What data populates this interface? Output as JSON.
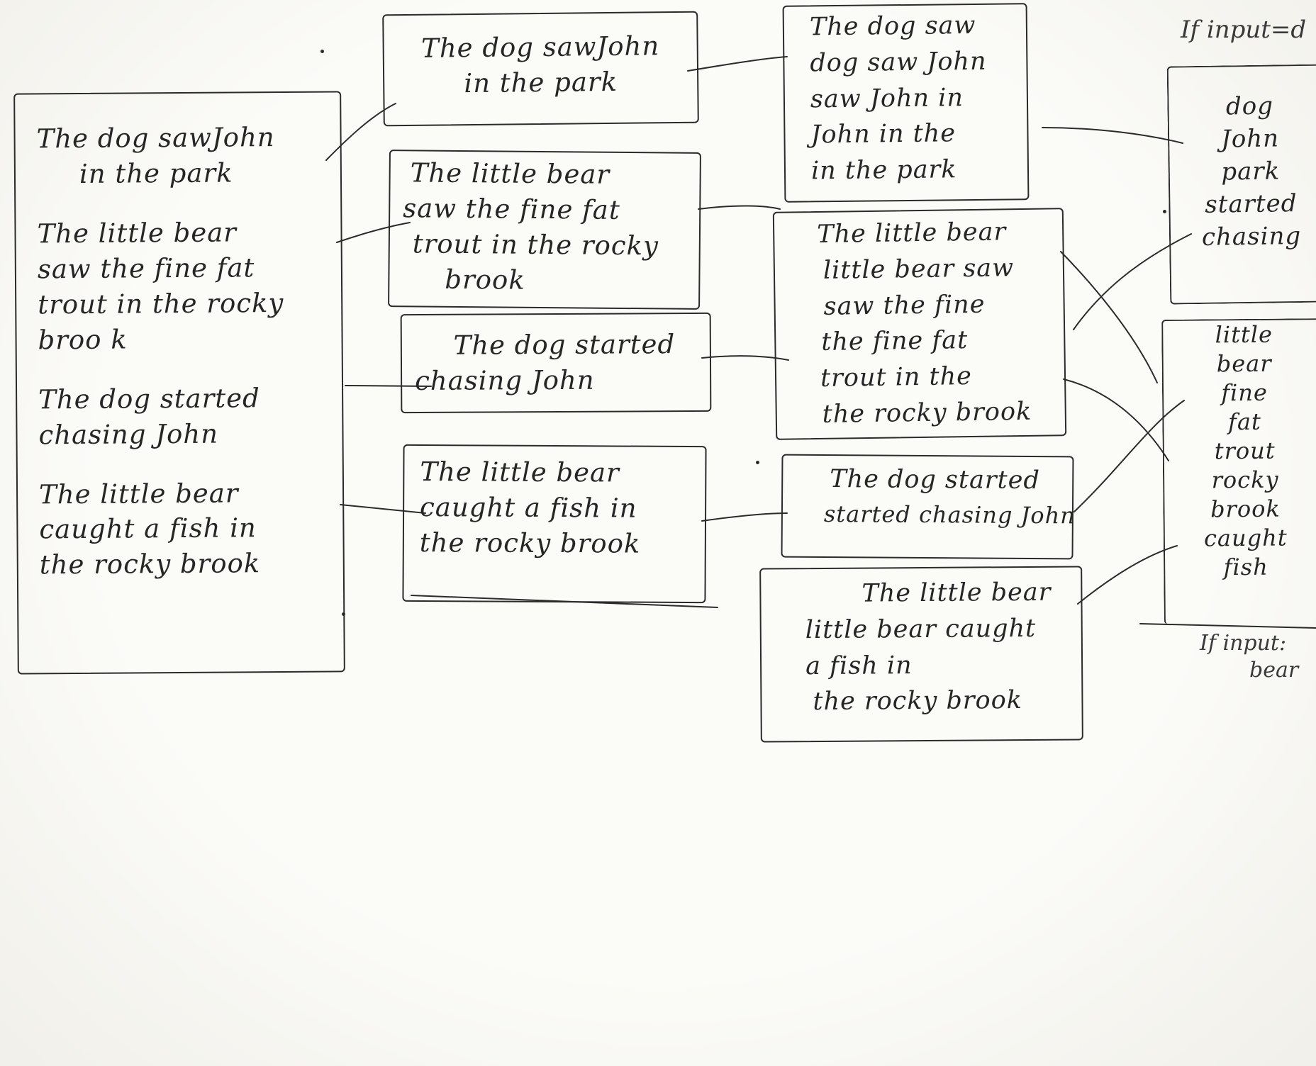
{
  "sentences_box": {
    "sentences": [
      [
        "The dog sawJohn",
        "in the park"
      ],
      [
        "The little bear",
        "saw the fine fat",
        "trout in the rocky",
        "broo k"
      ],
      [
        "The dog started",
        "chasing John"
      ],
      [
        "The little bear",
        "caught a fish in",
        "the rocky brook"
      ]
    ]
  },
  "sentence_cards": [
    [
      "The dog sawJohn",
      "in the park"
    ],
    [
      "The little bear",
      "saw the fine fat",
      "trout in the rocky",
      "brook"
    ],
    [
      "The dog started",
      "chasing John"
    ],
    [
      "The little bear",
      "caught a fish in",
      "the rocky brook"
    ]
  ],
  "ngram_cards": [
    [
      "The dog saw",
      "dog saw John",
      "saw John in",
      "John in the",
      "in the park"
    ],
    [
      "The little bear",
      "little bear saw",
      "saw the fine",
      "the fine fat",
      "trout in the",
      "the rocky brook"
    ],
    [
      "The dog started",
      "started chasing John"
    ],
    [
      "The little bear",
      "little bear caught",
      "a fish in",
      "the rocky brook"
    ]
  ],
  "keyword_groups": [
    {
      "condition": "If input=d",
      "words": [
        "dog",
        "John",
        "park",
        "started",
        "chasing"
      ]
    },
    {
      "condition": "If input:",
      "condition_continued": "bear",
      "words": [
        "little",
        "bear",
        "fine",
        "fat",
        "trout",
        "rocky",
        "brook",
        "caught",
        "fish"
      ]
    }
  ]
}
